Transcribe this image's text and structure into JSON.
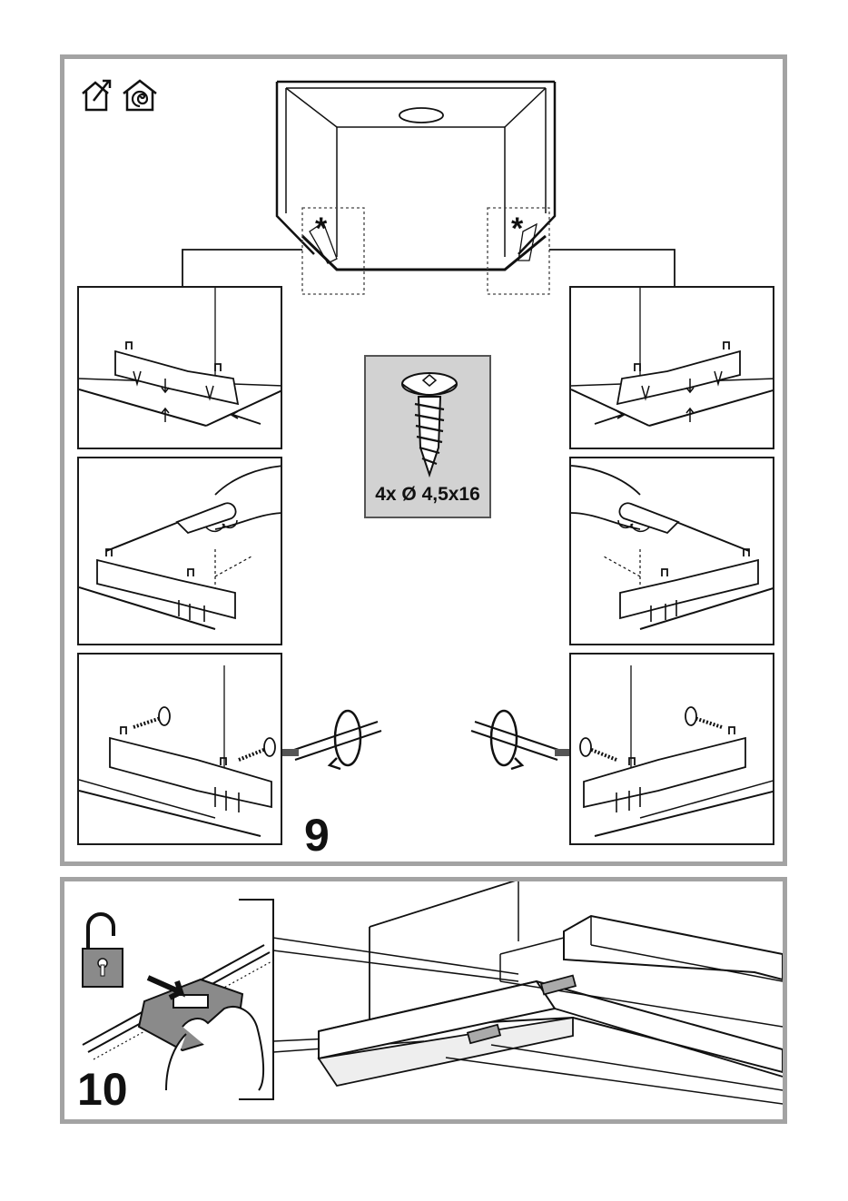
{
  "steps": {
    "step9_number": "9",
    "step10_number": "10"
  },
  "screw": {
    "label": "4x Ø 4,5x16"
  },
  "markers": {
    "detail_marker": "*"
  },
  "icons": {
    "house_exhaust": "house-exhaust-icon",
    "house_recirculation": "house-recirculation-icon",
    "screw": "screw-icon",
    "unlock": "padlock-open-icon"
  },
  "colors": {
    "panel_border": "#a3a3a3",
    "screw_box": "#d2d2d2",
    "lock_fill": "#8a8a8a"
  }
}
